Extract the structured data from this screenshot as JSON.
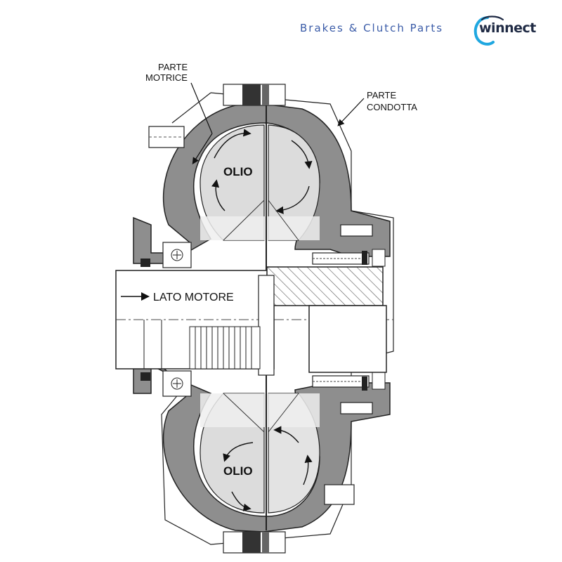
{
  "header": {
    "tagline": "Brakes & Clutch Parts",
    "logo_text": "winnect"
  },
  "diagram": {
    "labels": {
      "parte_motrice_1": "PARTE",
      "parte_motrice_2": "MOTRICE",
      "parte_condotta_1": "PARTE",
      "parte_condotta_2": "CONDOTTA",
      "olio_top": "OLIO",
      "olio_bottom": "OLIO",
      "lato_motore": "LATO MOTORE"
    },
    "colors": {
      "housing": "#8e8e8e",
      "oil": "#dcdcdc",
      "line": "#222222",
      "brand_blue": "#3b5ca8",
      "logo_cyan": "#1fa7e0"
    }
  }
}
